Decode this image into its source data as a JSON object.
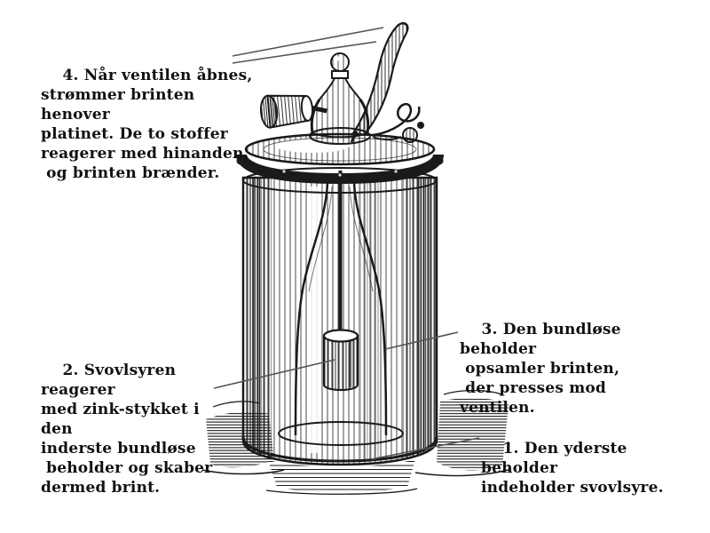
{
  "page": {
    "background_color": "#ffffff",
    "ink_color": "#1a1a1a",
    "leader_line_color": "#555555"
  },
  "annotations": {
    "step4": {
      "text": "4. Når ventilen åbnes,\nstrømmer brinten henover\nplatinet. De to stoffer\nreagerer med hinanden,\n og brinten brænder."
    },
    "step2": {
      "text": "2. Svovlsyren reagerer\nmed zink-stykket i den\ninderste bundløse\n beholder og skaber\ndermed brint."
    },
    "step3": {
      "text": "3. Den bundløse beholder\n opsamler brinten,\n der presses mod ventilen."
    },
    "step1": {
      "text": "1. Den yderste beholder\nindeholder svovlsyre."
    }
  }
}
